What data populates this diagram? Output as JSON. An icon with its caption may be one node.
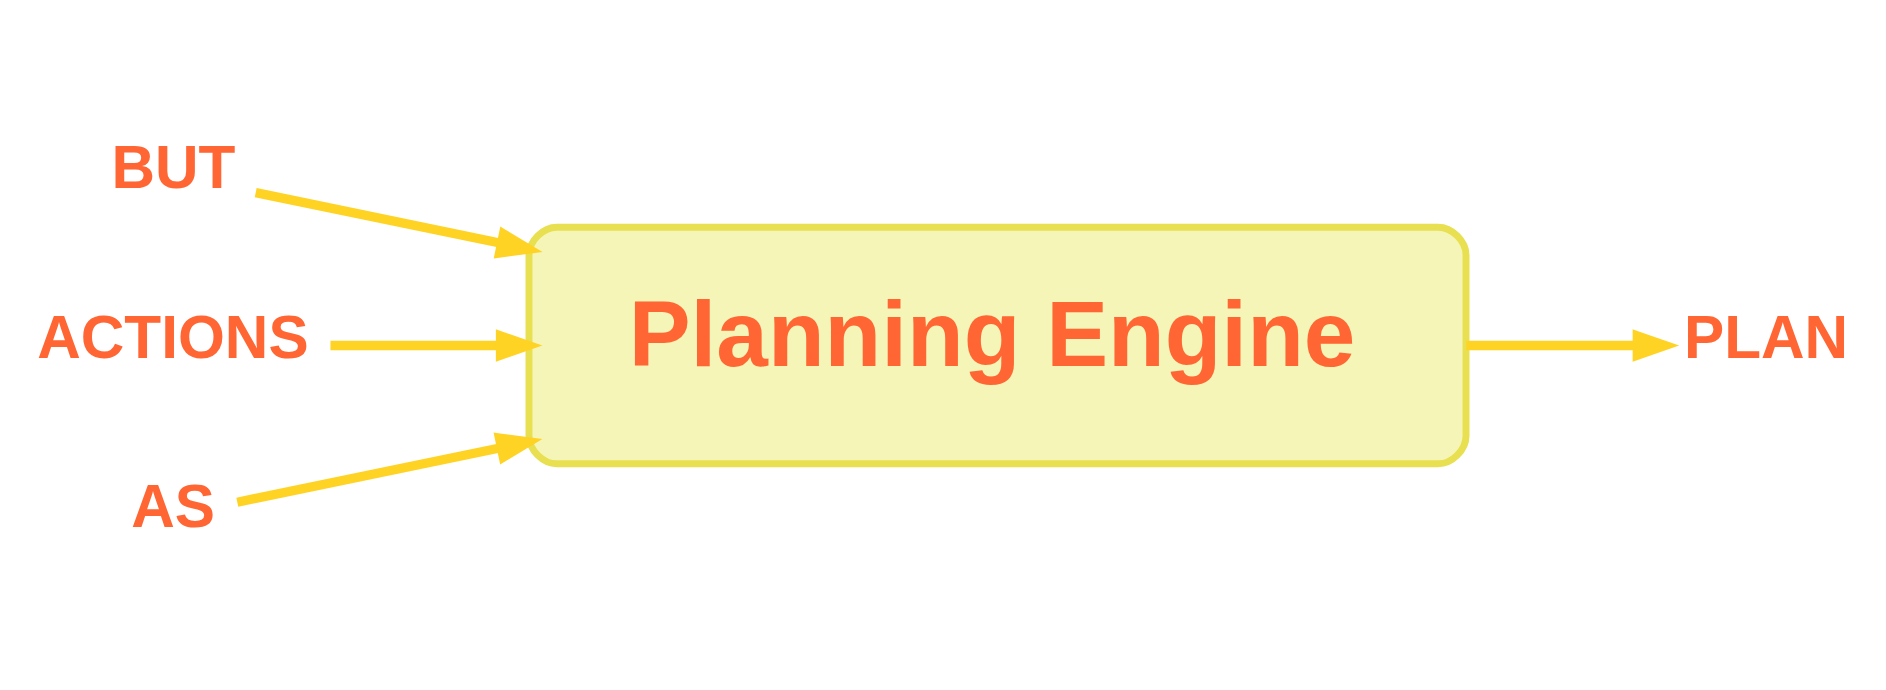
{
  "diagram": {
    "nodes": [
      {
        "text": [
          "BUT"
        ]
      },
      {
        "text": [
          "Planning Engine"
        ]
      },
      {
        "text": [
          "PLAN"
        ]
      },
      {
        "text": [
          "ACTIONS"
        ]
      },
      {
        "text": [
          "AS"
        ]
      }
    ],
    "edges": [
      {
        "from": 0,
        "to": 1,
        "arrow": "to"
      },
      {
        "from": 1,
        "to": 2,
        "arrow": "to"
      },
      {
        "from": 3,
        "to": 1,
        "arrow": "to"
      },
      {
        "from": 4,
        "to": 1,
        "arrow": "to"
      }
    ]
  }
}
